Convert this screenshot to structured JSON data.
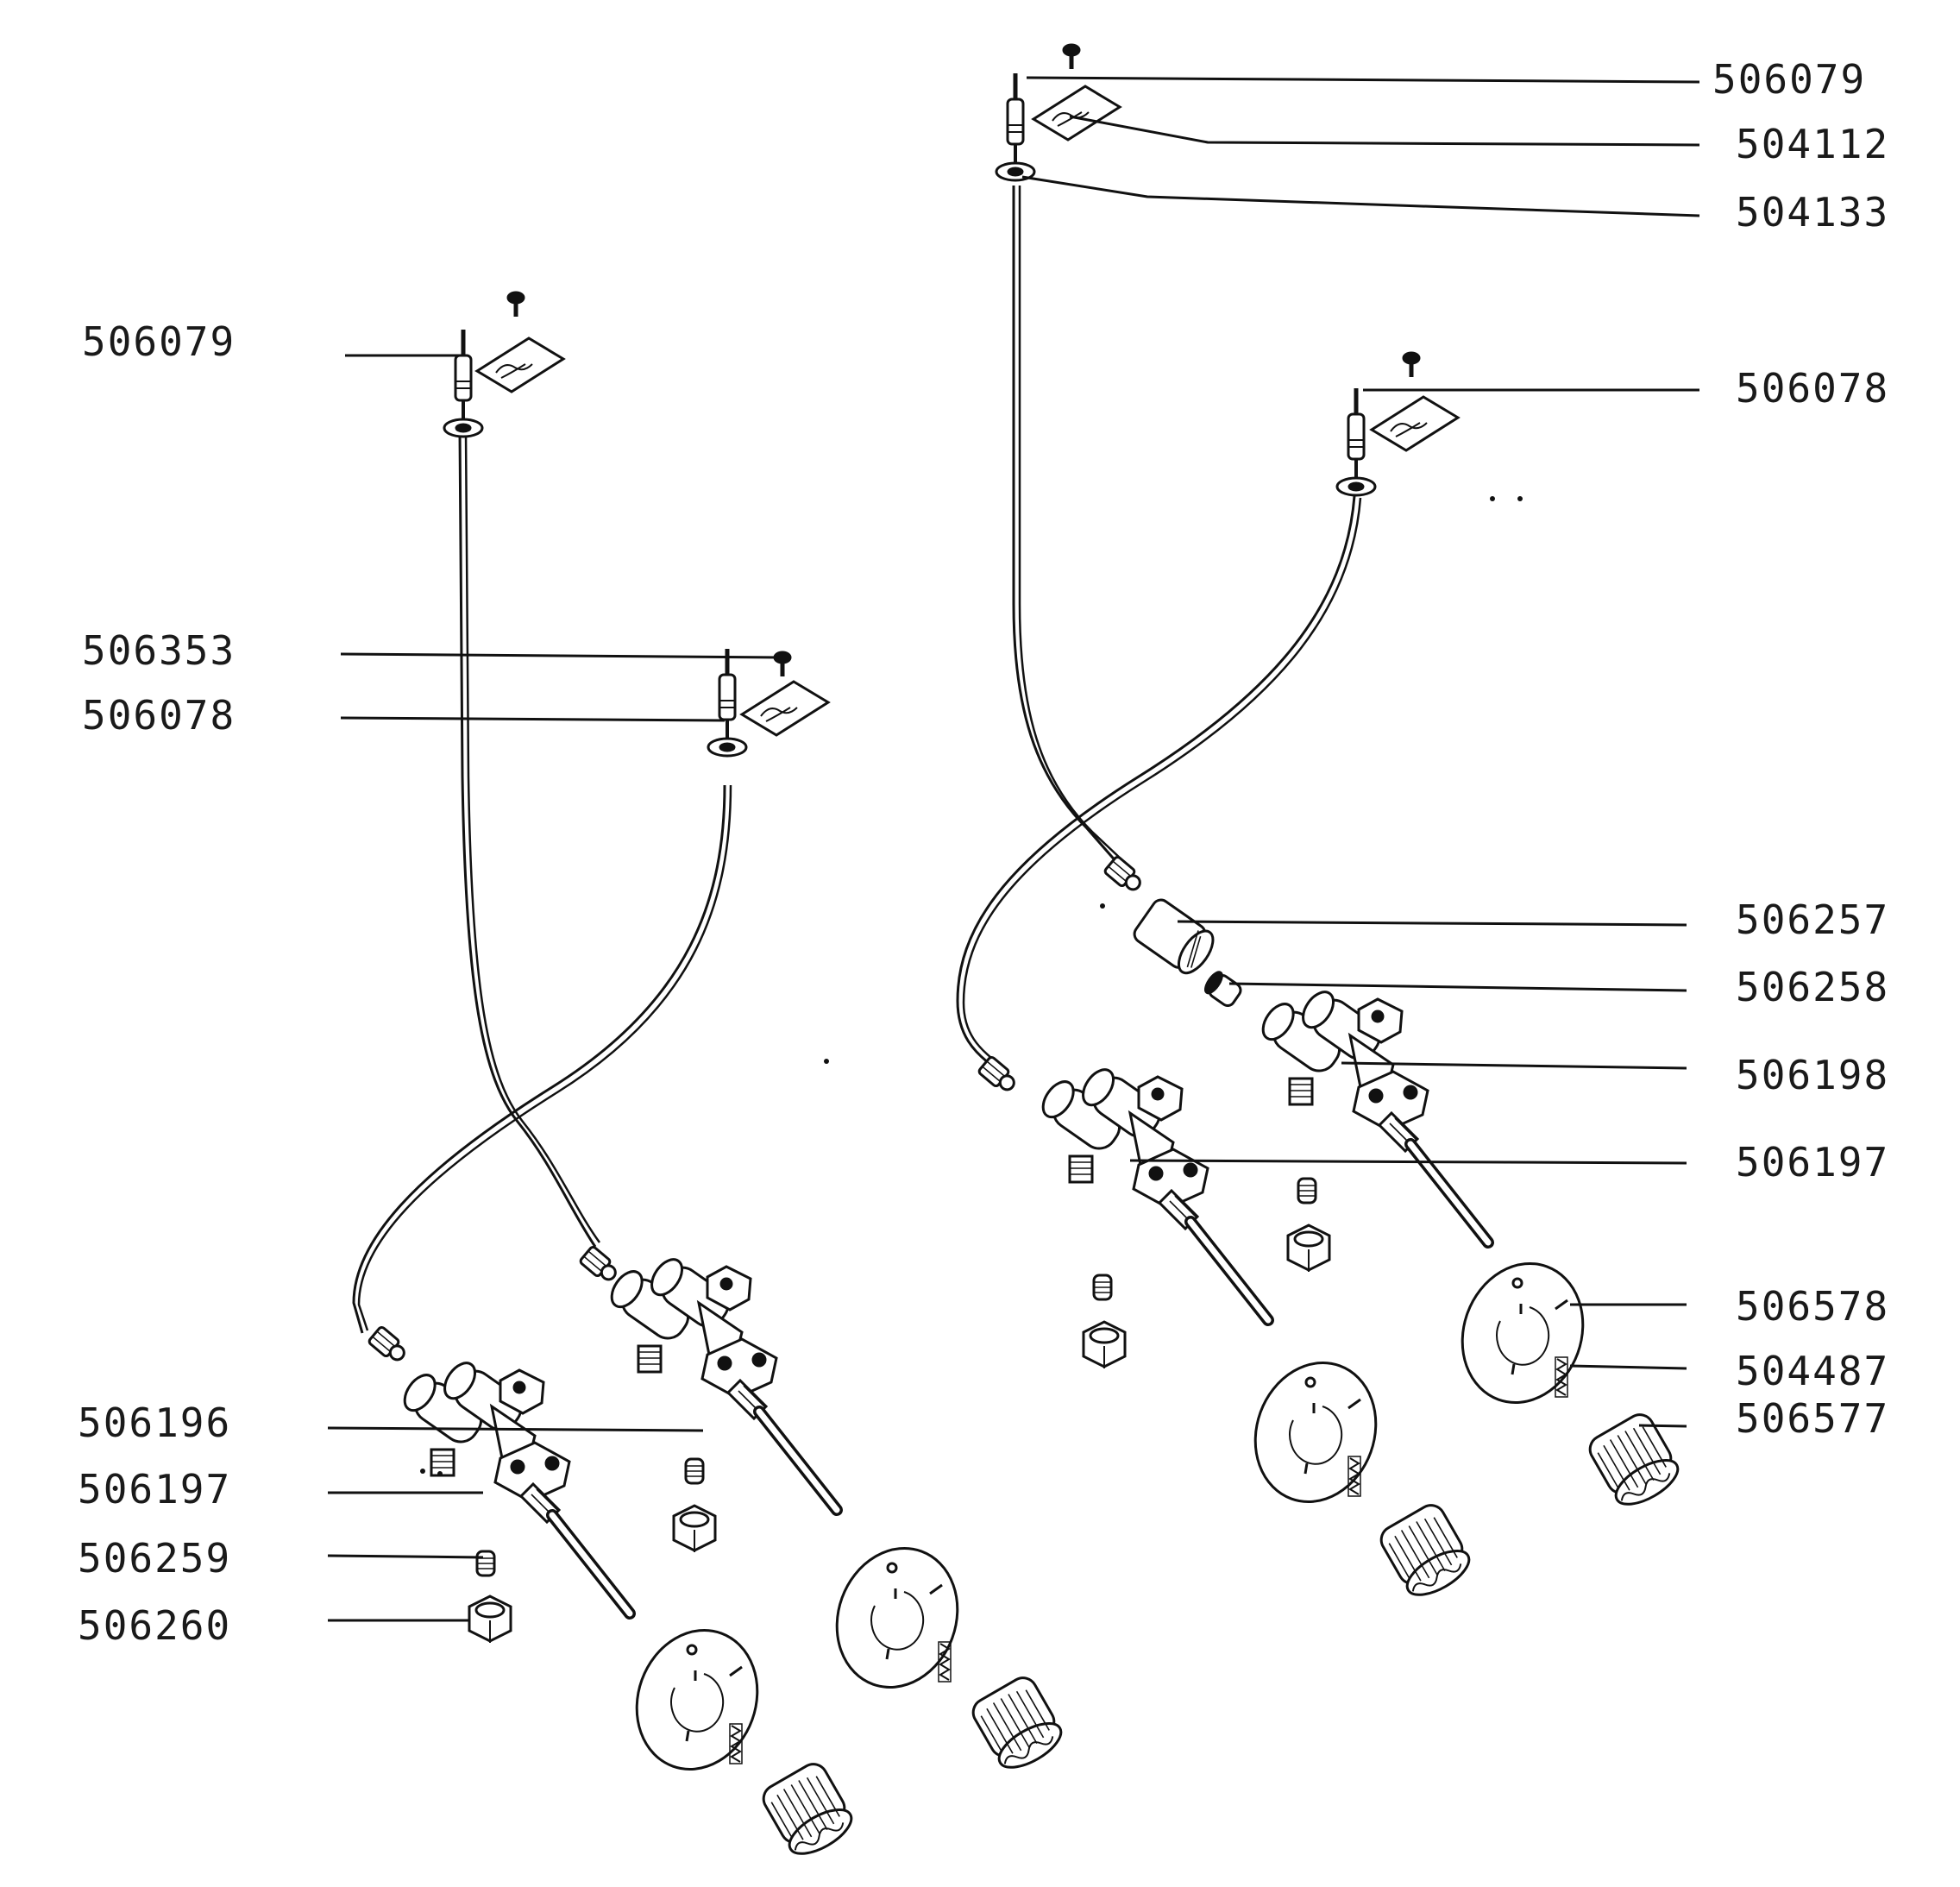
{
  "labels": {
    "r_506079": "506079",
    "r_504112": "504112",
    "r_504133": "504133",
    "r_506078": "506078",
    "l_506079": "506079",
    "l_506353": "506353",
    "l_506078": "506078",
    "r_506257": "506257",
    "r_506258": "506258",
    "r_506198": "506198",
    "r_506197": "506197",
    "r_506578": "506578",
    "r_504487": "504487",
    "r_506577": "506577",
    "l_506196": "506196",
    "l_506197": "506197",
    "l_506259": "506259",
    "l_506260": "506260"
  }
}
